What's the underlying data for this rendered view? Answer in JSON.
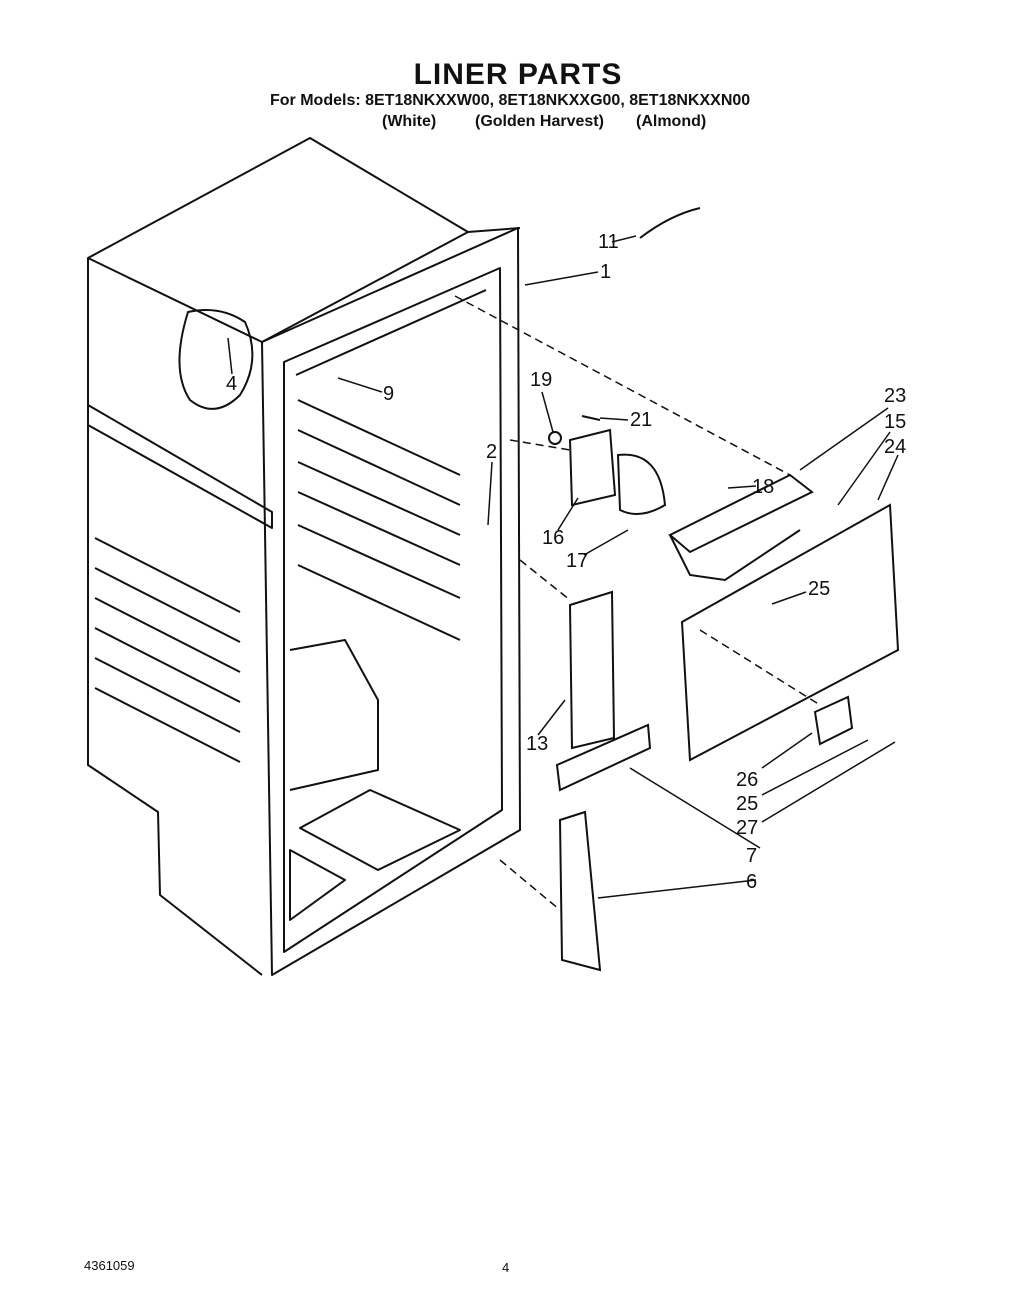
{
  "header": {
    "title": "LINER PARTS",
    "models_line": "For Models: 8ET18NKXXW00, 8ET18NKXXG00, 8ET18NKXXN00",
    "colors": [
      "(White)",
      "(Golden Harvest)",
      "(Almond)"
    ]
  },
  "callouts": [
    "11",
    "1",
    "4",
    "9",
    "19",
    "21",
    "23",
    "15",
    "24",
    "2",
    "18",
    "16",
    "17",
    "25",
    "13",
    "26",
    "25",
    "27",
    "7",
    "6"
  ],
  "footer": {
    "doc_number": "4361059",
    "page_number": "4"
  }
}
